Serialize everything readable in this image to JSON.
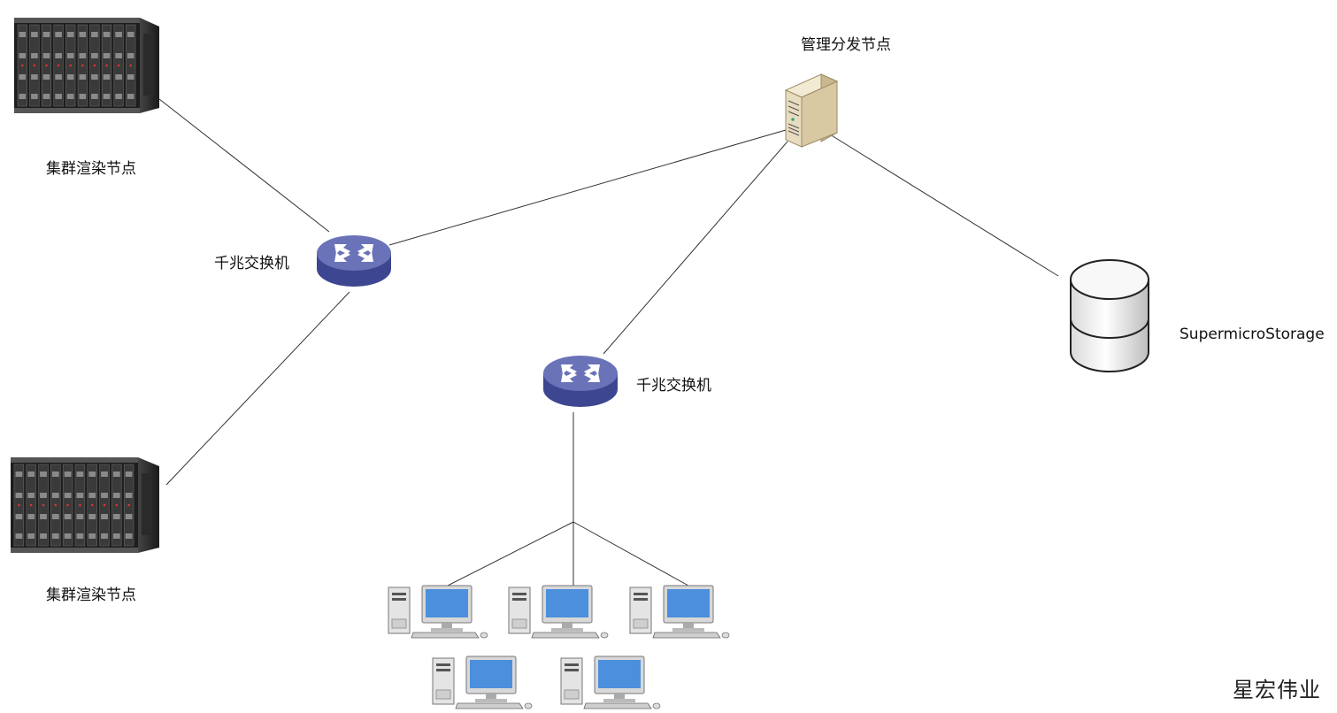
{
  "nodes": {
    "render_top": {
      "label": "集群渲染节点",
      "icon": "blade-server-chassis-icon"
    },
    "render_bottom": {
      "label": "集群渲染节点",
      "icon": "blade-server-chassis-icon"
    },
    "switch_main": {
      "label": "千兆交换机",
      "icon": "network-switch-icon"
    },
    "switch_clients": {
      "label": "千兆交换机",
      "icon": "network-switch-icon"
    },
    "manager": {
      "label": "管理分发节点",
      "icon": "tower-server-icon"
    },
    "storage": {
      "label": "SupermicroStorage",
      "icon": "database-storage-icon"
    }
  },
  "workstation_count": 5,
  "watermark": "星宏伟业",
  "colors": {
    "switch_top": "#6a73b8",
    "switch_side": "#3d4690",
    "server_beige": "#e8dcc0",
    "monitor_screen": "#4c8fdd",
    "line": "#333333"
  }
}
